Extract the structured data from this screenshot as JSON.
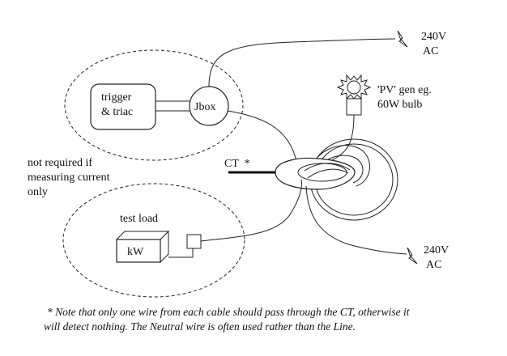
{
  "labels": {
    "trigger_line1": "trigger",
    "trigger_line2": "& triac",
    "jbox": "Jbox",
    "supply_top_line1": "240V",
    "supply_top_line2": "AC",
    "pv_line1": "'PV' gen eg.",
    "pv_line2": "60W bulb",
    "not_required_line1": "not required if",
    "not_required_line2": "measuring current",
    "not_required_line3": "only",
    "ct": "CT  *",
    "test_load": "test load",
    "kw": "kW",
    "supply_bottom_line1": "240V",
    "supply_bottom_line2": "AC"
  },
  "footnote": {
    "line1": "* Note that only one wire from each cable should pass through the CT, otherwise it",
    "line2": "will detect nothing.  The Neutral wire is often used rather than the Line."
  },
  "icons": {
    "supply_top": "lightning-bolt-icon",
    "supply_bottom": "lightning-bolt-icon",
    "pv": "light-bulb-icon"
  }
}
